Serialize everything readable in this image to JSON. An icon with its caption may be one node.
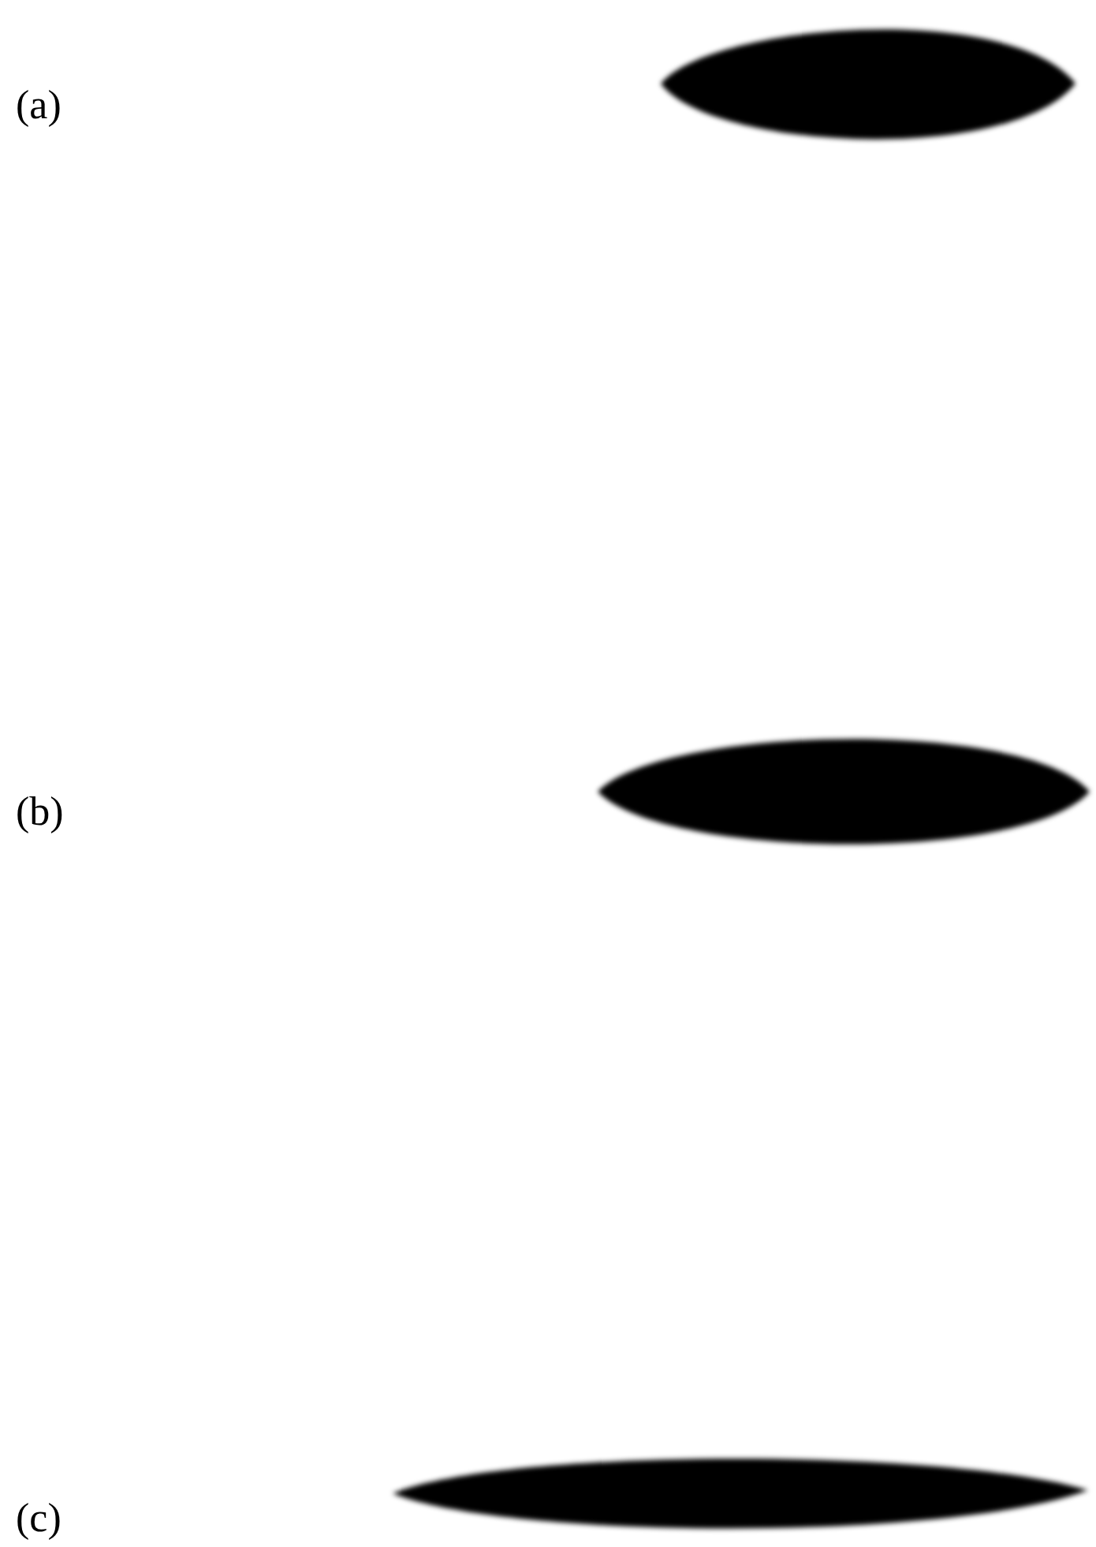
{
  "diagram": {
    "nodes": [
      {
        "text": [],
        "shape": "ellipse"
      },
      {
        "text": [],
        "shape": "ellipse"
      },
      {
        "text": [],
        "shape": "ellipse"
      }
    ],
    "labels": [
      "(a)",
      "(b)",
      "(c)"
    ]
  }
}
